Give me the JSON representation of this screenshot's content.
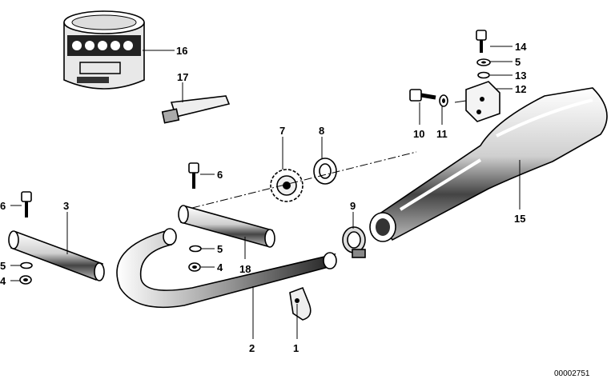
{
  "diagram": {
    "doc_number": "00002751",
    "callouts": {
      "c1": "1",
      "c2": "2",
      "c3": "3",
      "c4a": "4",
      "c4b": "4",
      "c5a": "5",
      "c5b": "5",
      "c5c": "5",
      "c6a": "6",
      "c6b": "6",
      "c7": "7",
      "c8": "8",
      "c9": "9",
      "c10": "10",
      "c11": "11",
      "c12": "12",
      "c13": "13",
      "c14": "14",
      "c15": "15",
      "c16": "16",
      "c17": "17",
      "c18": "18"
    }
  }
}
